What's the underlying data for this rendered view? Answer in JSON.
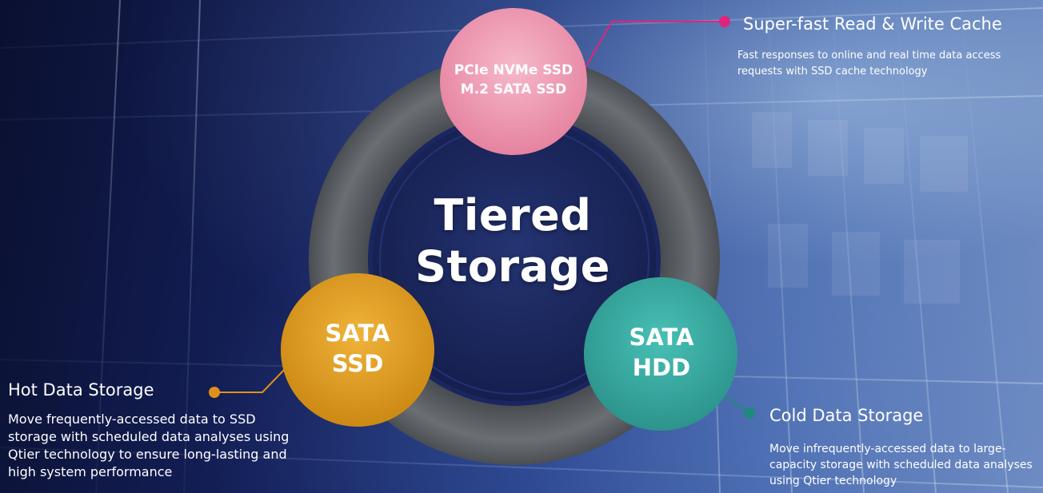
{
  "center": {
    "line1": "Tiered",
    "line2": "Storage"
  },
  "nodes": {
    "pcie": {
      "line1": "PCIe NVMe SSD",
      "line2": "M.2 SATA SSD",
      "color": "#f0a2b8"
    },
    "sata_ssd": {
      "line1": "SATA",
      "line2": "SSD",
      "color": "#e2a11b"
    },
    "sata_hdd": {
      "line1": "SATA",
      "line2": "HDD",
      "color": "#35aaa2"
    }
  },
  "features": {
    "cache": {
      "title": "Super-fast Read & Write Cache",
      "desc": "Fast responses to online and real time data access requests with SSD cache technology",
      "dot_color": "#e0247a"
    },
    "hot": {
      "title": "Hot Data Storage",
      "desc": "Move frequently-accessed data to SSD storage with scheduled data analyses using Qtier technology to ensure long-lasting and high system performance",
      "dot_color": "#e0901a"
    },
    "cold": {
      "title": "Cold Data Storage",
      "desc": "Move infrequently-accessed data to large-capacity storage with scheduled data analyses using Qtier technology",
      "dot_color": "#1f8a7c"
    }
  }
}
